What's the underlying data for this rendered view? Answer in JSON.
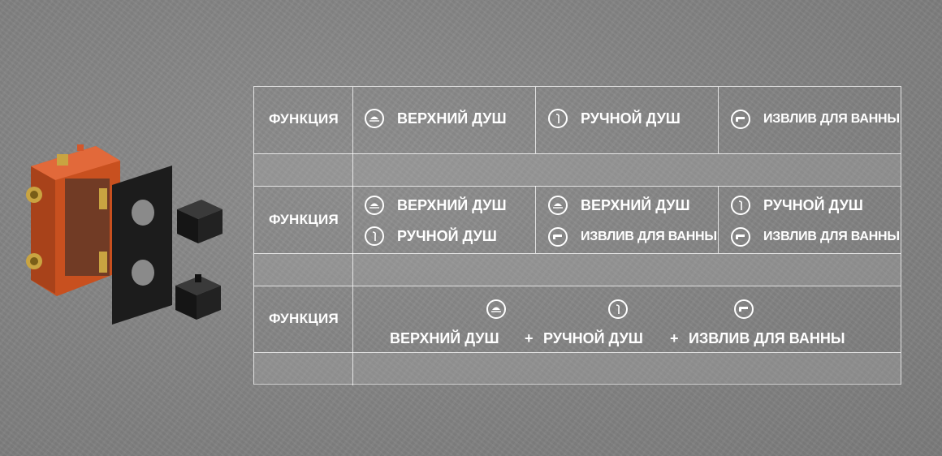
{
  "row_label": "ФУНКЦИЯ",
  "labels": {
    "top_shower": "ВЕРХНИЙ ДУШ",
    "hand_shower": "РУЧНОЙ ДУШ",
    "bath_spout": "ИЗВЛИВ ДЛЯ ВАННЫ"
  },
  "plus": "+",
  "icons": {
    "top_shower": "rain-shower-icon",
    "hand_shower": "hand-shower-icon",
    "bath_spout": "bath-spout-icon"
  },
  "colors": {
    "line": "#ffffff",
    "text": "#ffffff",
    "body_orange": "#d4572a",
    "panel_black": "#1c1c1c"
  }
}
